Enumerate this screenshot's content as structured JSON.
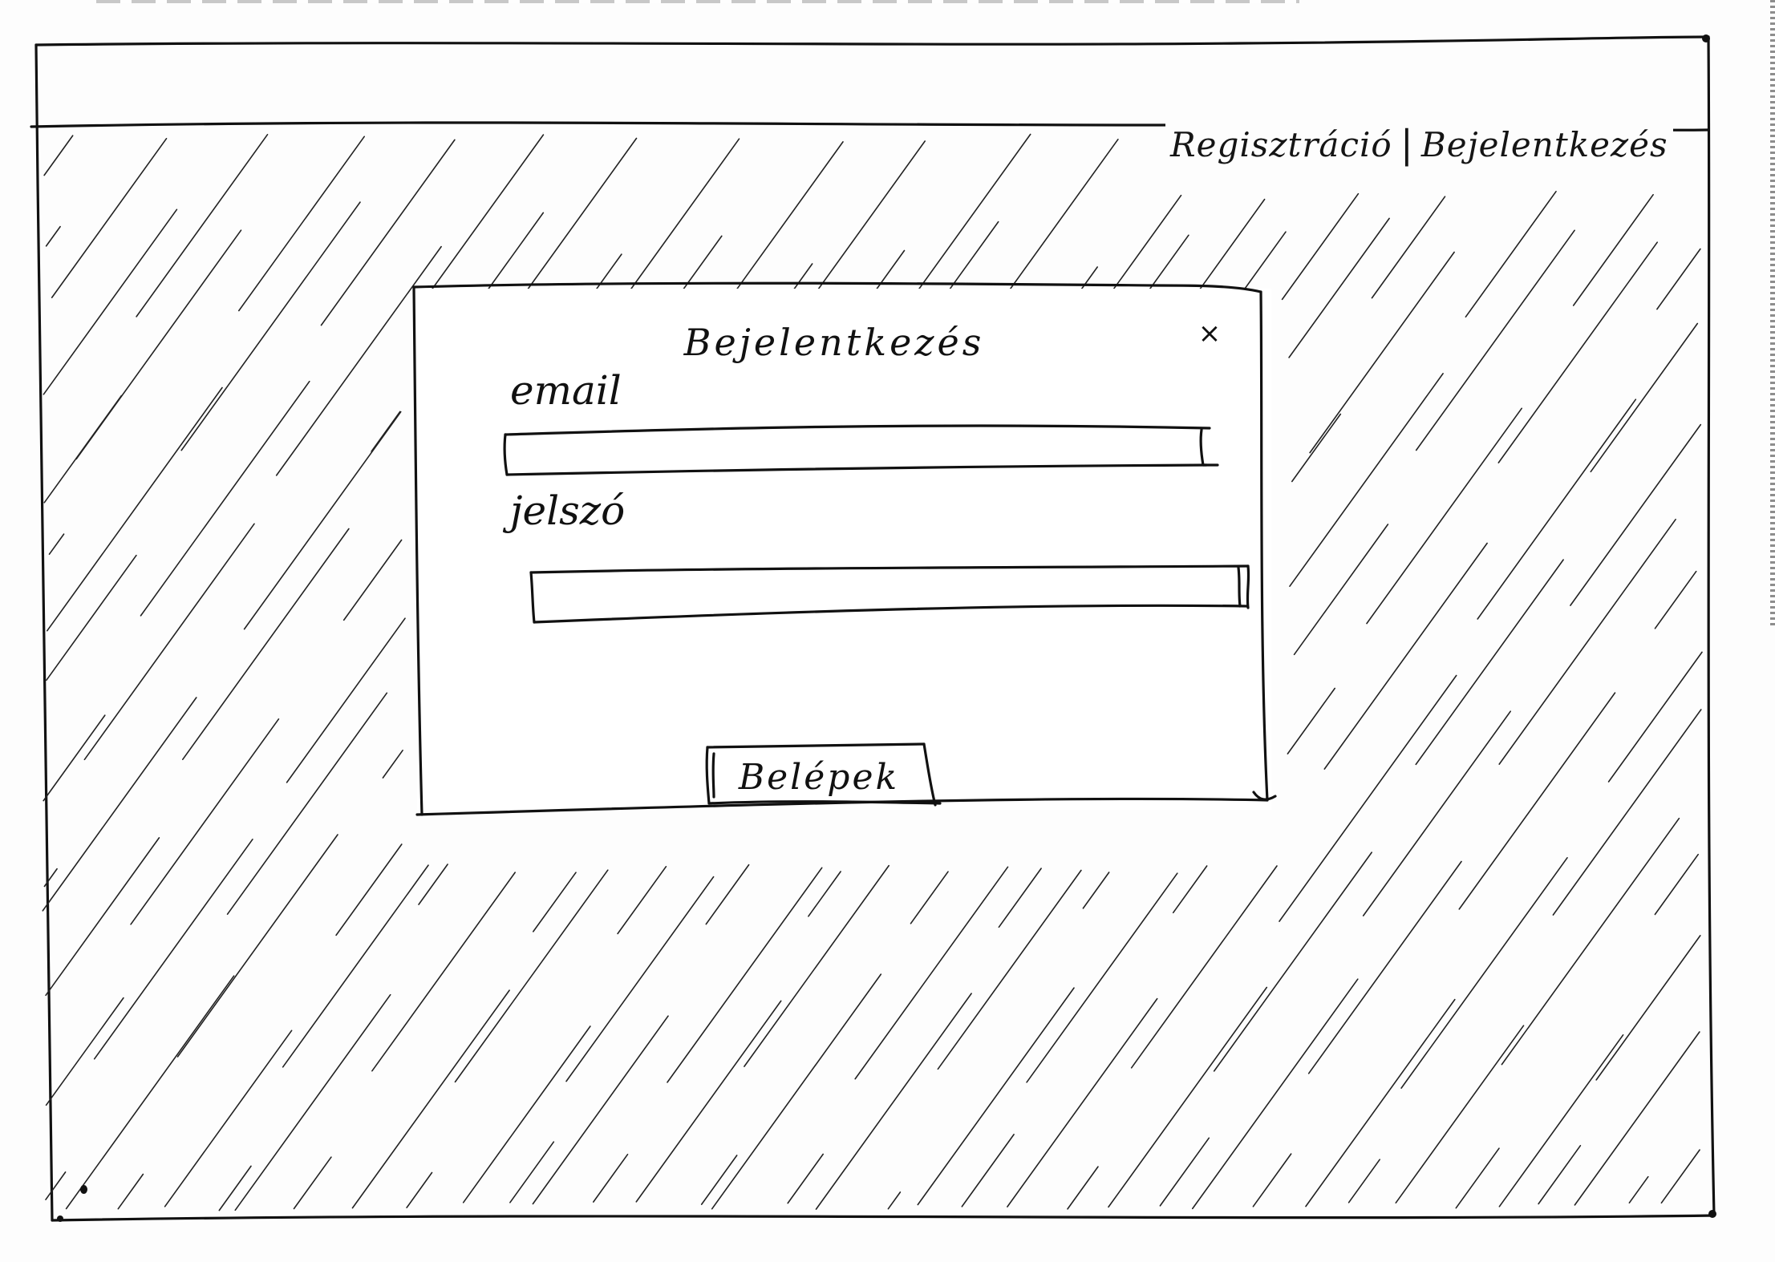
{
  "nav": {
    "register_label": "Regisztráció",
    "separator": "|",
    "login_label": "Bejelentkezés"
  },
  "login_dialog": {
    "title": "Bejelentkezés",
    "close_icon": "close-icon",
    "close_glyph": "×",
    "email_label": "email",
    "email_value": "",
    "password_label": "jelszó",
    "password_value": "",
    "submit_label": "Belépek"
  },
  "colors": {
    "ink": "#111111",
    "paper": "#fdfdfd"
  }
}
